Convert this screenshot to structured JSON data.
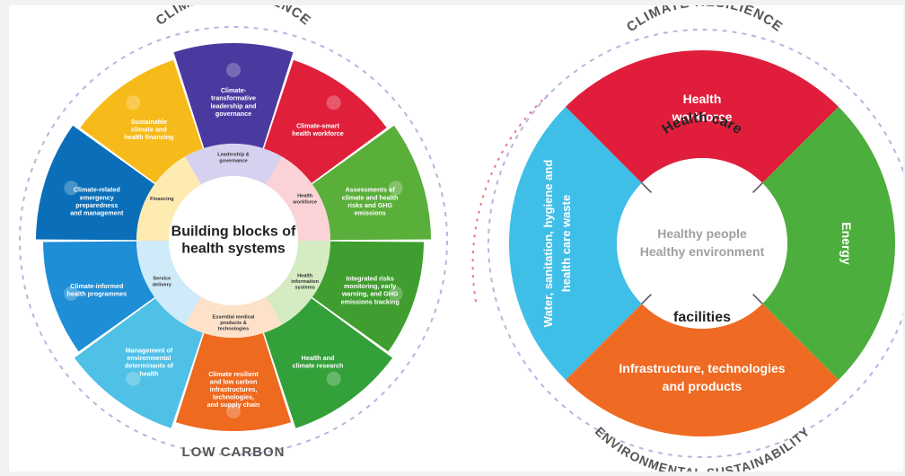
{
  "left_diagram": {
    "top_arc": "CLIMATE RESILIENCE",
    "bottom_arc": "LOW CARBON",
    "center_title": [
      "Building blocks of",
      "health systems"
    ],
    "components": [
      {
        "label": [
          "Climate-",
          "transformative",
          "leadership and",
          "governance"
        ],
        "icon": "bank-icon",
        "color": "#4a3aa0"
      },
      {
        "label": [
          "Climate-smart",
          "health workforce"
        ],
        "icon": "people-icon",
        "color": "#e0203a"
      },
      {
        "label": [
          "Assessments of",
          "climate and health",
          "risks and GHG",
          "emissions"
        ],
        "icon": "magnifier-icon",
        "color": "#5aae3a"
      },
      {
        "label": [
          "Integrated risks",
          "monitoring, early",
          "warning, and GHG",
          "emissions tracking"
        ],
        "icon": "bell-icon",
        "color": "#3f9e2f"
      },
      {
        "label": [
          "Health and",
          "climate research"
        ],
        "icon": "share-icon",
        "color": "#34a03a"
      },
      {
        "label": [
          "Climate resilient",
          "and low carbon",
          "infrastructures,",
          "technologies,",
          "and supply chain"
        ],
        "icon": "recycle-icon",
        "color": "#ee6a1f"
      },
      {
        "label": [
          "Management of",
          "environmental",
          "determinants of",
          "health"
        ],
        "icon": "group-icon",
        "color": "#4fc0e6"
      },
      {
        "label": [
          "Climate-informed",
          "health programmes"
        ],
        "icon": "document-icon",
        "color": "#1e8ed6"
      },
      {
        "label": [
          "Climate-related",
          "emergency",
          "preparedness",
          "and management"
        ],
        "icon": "house-icon",
        "color": "#0a6fb8"
      },
      {
        "label": [
          "Sustainable",
          "climate and",
          "health financing"
        ],
        "icon": "coins-icon",
        "color": "#f6bb1a"
      }
    ],
    "inner_ring": [
      {
        "label": [
          "Leadership &",
          "governance"
        ],
        "color": "#d6d1ef"
      },
      {
        "label": [
          "Health",
          "workforce"
        ],
        "color": "#fbd3d6"
      },
      {
        "label": [
          "Health",
          "information",
          "systems"
        ],
        "color": "#d5ecc3"
      },
      {
        "label": [
          "Essential medical",
          "products &",
          "technologies"
        ],
        "color": "#fde1c9"
      },
      {
        "label": [
          "Service",
          "delivery"
        ],
        "color": "#cfeaf8"
      },
      {
        "label": [
          "Financing"
        ],
        "color": "#fdebb2"
      }
    ]
  },
  "right_diagram": {
    "top_arc": "CLIMATE RESILIENCE",
    "bottom_arc": "ENVIRONMENTAL SUSTAINABILITY",
    "center_title": [
      "Healthy people",
      "Healthy environment"
    ],
    "inner_top": "Health care",
    "inner_bottom": "facilities",
    "segments": [
      {
        "label": [
          "Health",
          "workforce"
        ],
        "color": "#e01e3c"
      },
      {
        "label": [
          "Energy"
        ],
        "color": "#4cae3c"
      },
      {
        "label": [
          "Infrastructure, technologies",
          "and products"
        ],
        "color": "#ef6a22"
      },
      {
        "label": [
          "Water, sanitation, hygiene and",
          "health care waste"
        ],
        "color": "#3fbfe8"
      }
    ]
  }
}
